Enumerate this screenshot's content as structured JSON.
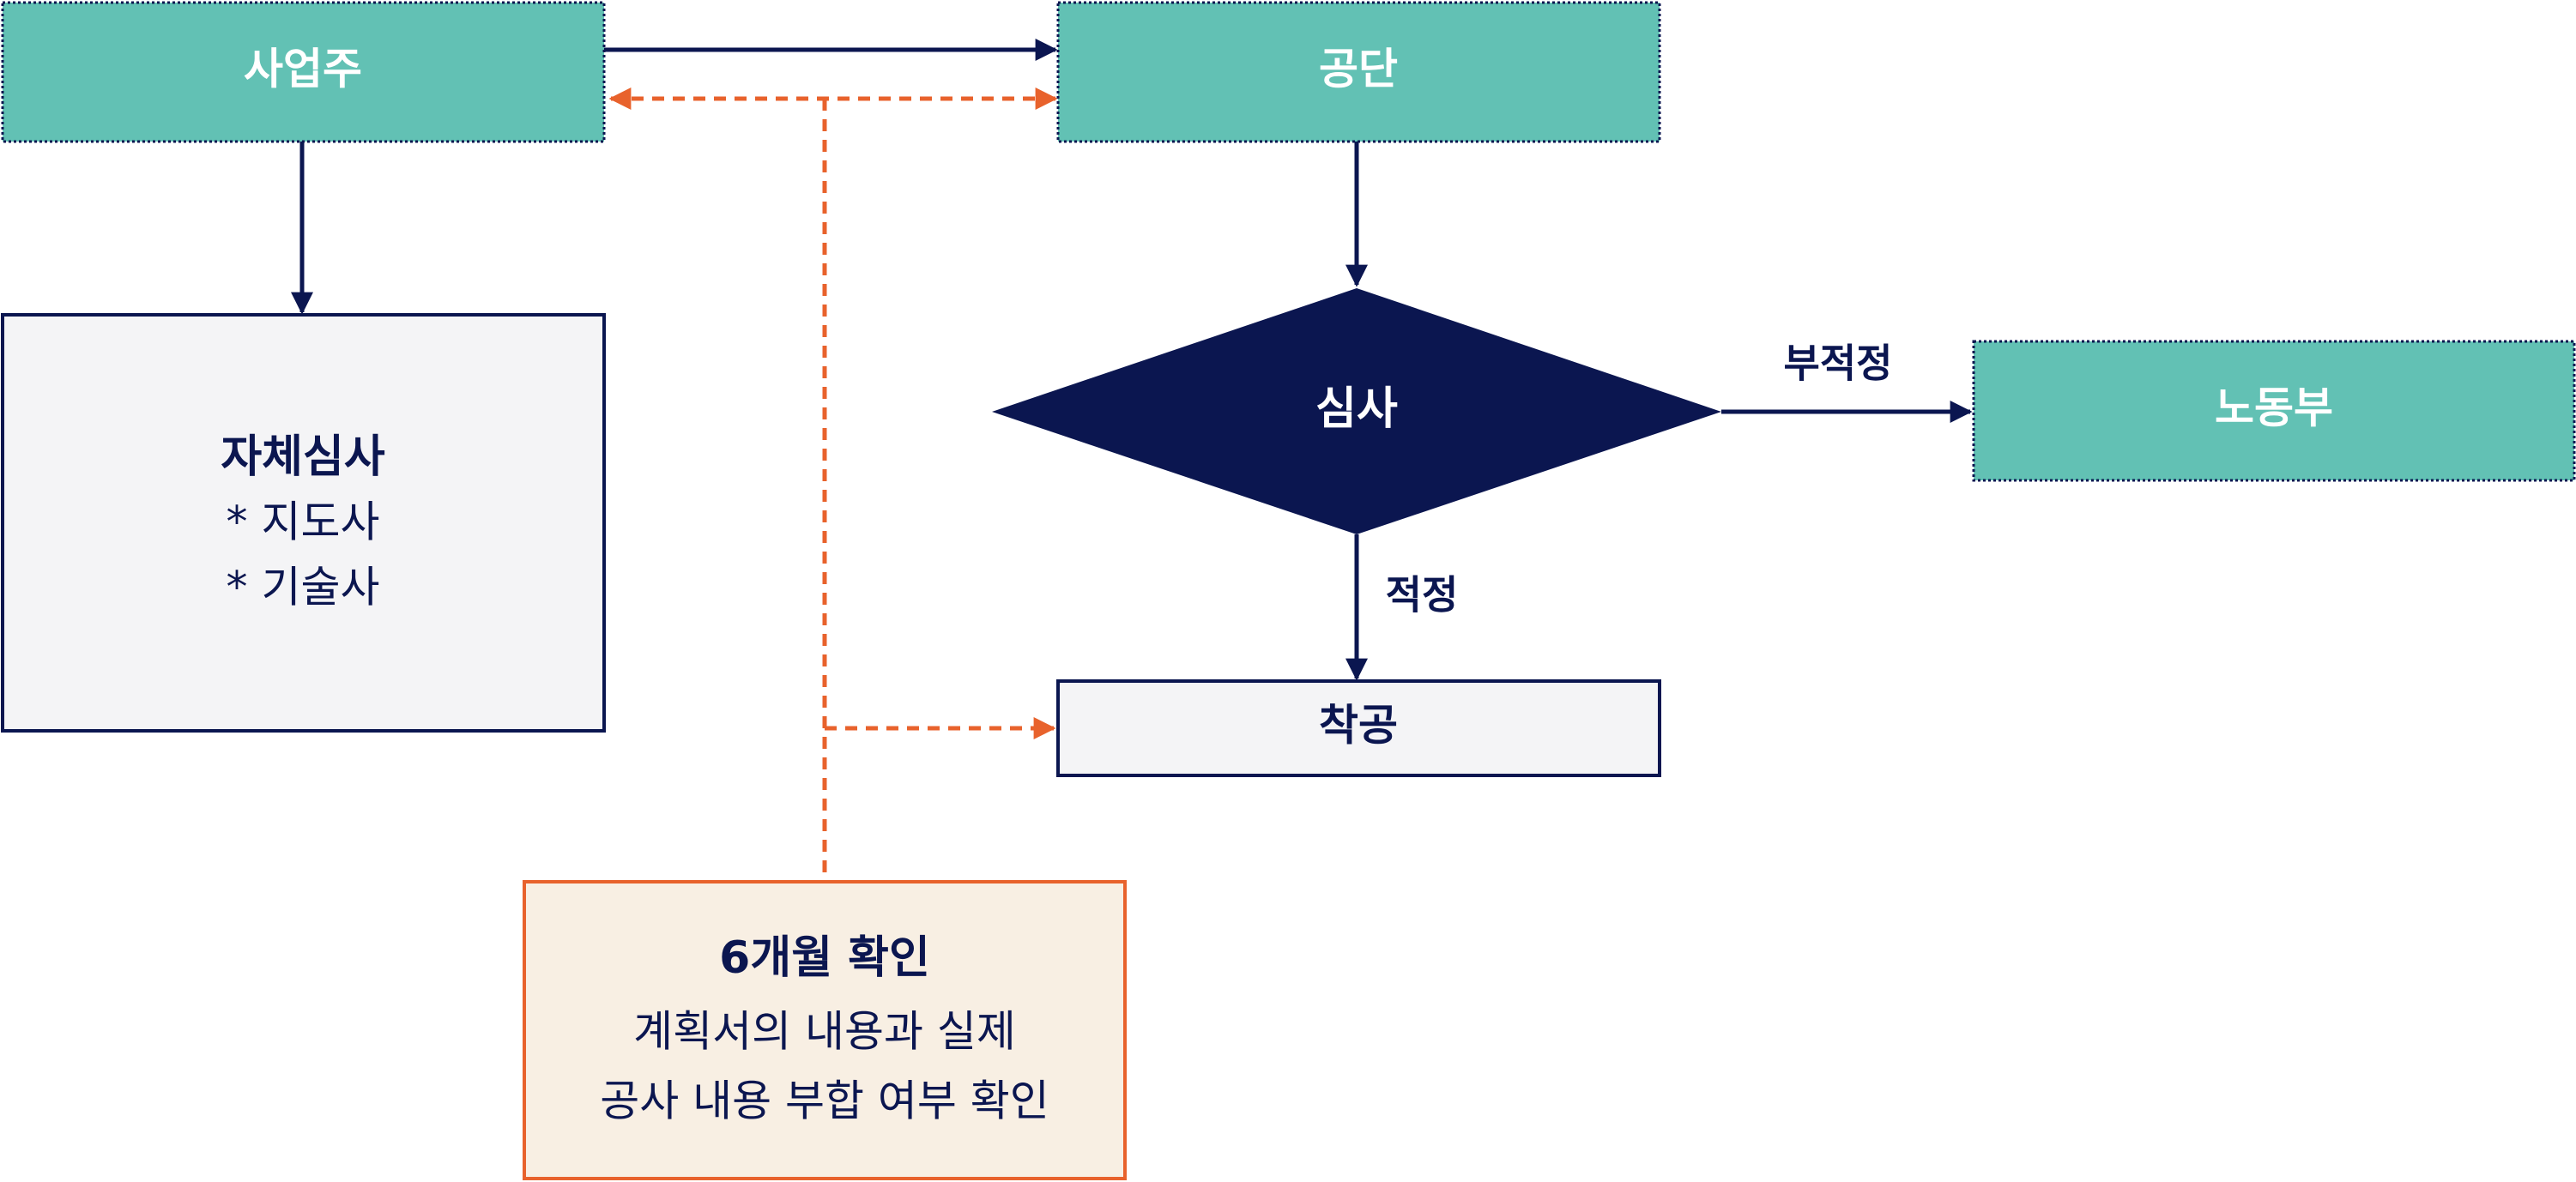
{
  "nodes": {
    "owner": {
      "label": "사업주"
    },
    "agency": {
      "label": "공단"
    },
    "self_review": {
      "title": "자체심사",
      "items": [
        "* 지도사",
        "* 기술사"
      ]
    },
    "review": {
      "label": "심사"
    },
    "labor_ministry": {
      "label": "노동부"
    },
    "construction_start": {
      "label": "착공"
    },
    "six_month_check": {
      "title": "6개월 확인",
      "lines": [
        "계획서의 내용과 실제",
        "공사 내용 부합 여부 확인"
      ]
    }
  },
  "edges": {
    "unsuitable": "부적정",
    "suitable": "적정"
  },
  "colors": {
    "teal_fill": "#62c1b4",
    "navy": "#0b1650",
    "light_gray_fill": "#f4f4f6",
    "orange": "#e8622c",
    "beige_fill": "#f8efe3",
    "white": "#ffffff"
  }
}
